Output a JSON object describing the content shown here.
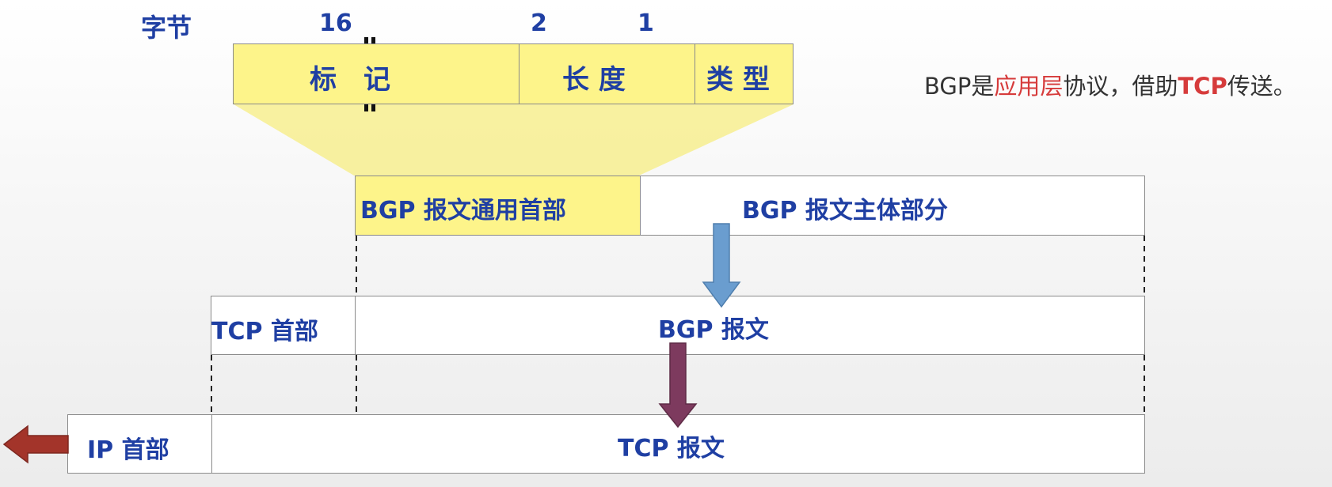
{
  "header_row": {
    "unit_label": "字节",
    "size_labels": [
      "16",
      "2",
      "1"
    ]
  },
  "bgp_header_fields": [
    "标　记",
    "长 度",
    "类 型"
  ],
  "bgp_message_row": {
    "header_label": "BGP 报文通用首部",
    "body_label": "BGP 报文主体部分"
  },
  "tcp_row": {
    "header_label": "TCP 首部",
    "body_label": "BGP 报文"
  },
  "ip_row": {
    "header_label": "IP 首部",
    "body_label": "TCP 报文"
  },
  "note": {
    "part1": "BGP是",
    "part2": "应用层",
    "part3": "协议，借助",
    "part4": "TCP",
    "part5": "传送。"
  },
  "colors": {
    "label_blue": "#1f3fa3",
    "field_yellow": "#fdf48a",
    "arrow_blue": "#6699cc",
    "arrow_purple": "#7d3a5e",
    "arrow_red": "#a3342a",
    "note_red": "#d63b3b"
  }
}
